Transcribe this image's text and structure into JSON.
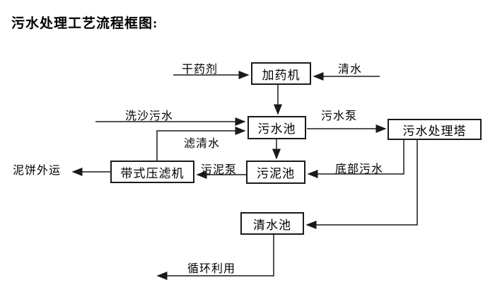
{
  "page": {
    "title": "污水处理工艺流程框图:"
  },
  "diagram": {
    "type": "flowchart",
    "colors": {
      "background": "#ffffff",
      "line": "#1a1a1a",
      "box_border": "#1a1a1a",
      "text": "#000000"
    },
    "nodes": [
      {
        "id": "dosing-machine",
        "label": "加药机"
      },
      {
        "id": "sewage-pool",
        "label": "污水池"
      },
      {
        "id": "sewage-treatment-tower",
        "label": "污水处理塔"
      },
      {
        "id": "sludge-pool",
        "label": "污泥池"
      },
      {
        "id": "belt-filter-press",
        "label": "带式压滤机"
      },
      {
        "id": "clean-water-pool",
        "label": "清水池"
      }
    ],
    "flow_labels": [
      {
        "id": "dry-chemical",
        "label": "干药剂"
      },
      {
        "id": "clean-water",
        "label": "清水"
      },
      {
        "id": "sand-washing-sewage",
        "label": "洗沙污水"
      },
      {
        "id": "sewage-pump",
        "label": "污水泵"
      },
      {
        "id": "filtered-water",
        "label": "滤清水"
      },
      {
        "id": "sludge-pump",
        "label": "污泥泵"
      },
      {
        "id": "bottom-sewage",
        "label": "底部污水"
      },
      {
        "id": "mud-cake-outbound",
        "label": "泥饼外运"
      },
      {
        "id": "recycling",
        "label": "循环利用"
      }
    ],
    "edges": [
      "干药剂 → 加药机",
      "清水 → 加药机",
      "加药机 → 污水池",
      "洗沙污水 → 污水池",
      "带式压滤机 →(滤清水) 污水池",
      "污水池 →(污水泵) 污水处理塔",
      "污水池 → 污泥池",
      "污水处理塔 →(底部污水) 污泥池",
      "污泥池 →(污泥泵) 带式压滤机",
      "带式压滤机 → 泥饼外运",
      "污水处理塔 → 清水池",
      "清水池 → 循环利用"
    ]
  }
}
